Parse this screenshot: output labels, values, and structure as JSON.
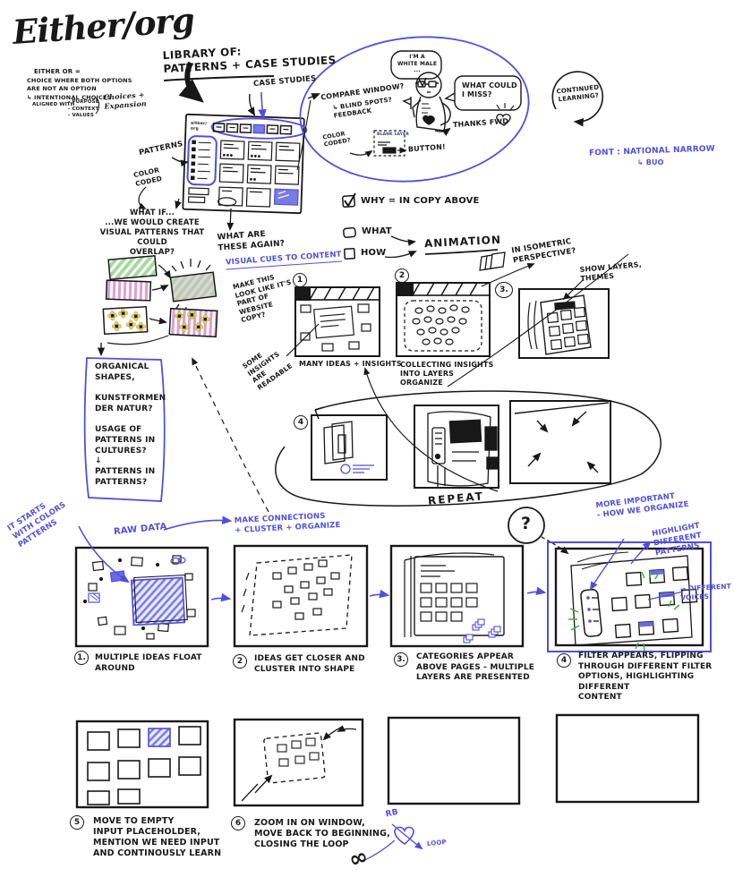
{
  "colors": {
    "ink": "#181818",
    "blue": "#4f4fdd",
    "green": "#a6d9a0",
    "pink": "#dd9ed2",
    "yellow": "#e8d24a"
  },
  "logo": {
    "text": "Either/org"
  },
  "intro": {
    "title": "EITHER OR =",
    "body": "CHOICE WHERE BOTH OPTIONS\nARE NOT AN OPTION\n↳ INTENTIONAL CHOICES",
    "aligned": "ALIGNED WITH",
    "bullets": "- PURPOSE\n- CONTEXT\n- VALUES",
    "result": "Choices +\nExpansion"
  },
  "library": {
    "heading": "LIBRARY OF:\nPATTERNS + CASE STUDIES"
  },
  "browser": {
    "logo": "either/\norg",
    "case_studies": "CASE STUDIES",
    "patterns": "PATTERNS",
    "color_coded": "COLOR\nCODED"
  },
  "persona": {
    "speech_identity": "I'M A\nWHITE MALE\n...",
    "speech_question": "WHAT COULD\nI MISS?",
    "compare_window": "COMPARE WINDOW?",
    "blind_spots": "↳ BLIND SPOTS?\nFEEDBACK",
    "thanks": "THANKS FWD",
    "color_coded": "COLOR\nCODED?",
    "button_mock_label": "BLANK LAYER",
    "button_label": "BUTTON!"
  },
  "continued_learning": {
    "text": "CONTINUED\nLEARNING?"
  },
  "font_note": {
    "line1": "FONT : NATIONAL NARROW",
    "line2": "↳ BUO"
  },
  "checklist": {
    "why": "WHY = IN COPY ABOVE",
    "what": "WHAT",
    "how": "HOW",
    "animation": "ANIMATION",
    "isometric": "IN ISOMETRIC\nPERSPECTIVE?",
    "show_layers": "SHOW LAYERS,\nTHEMES"
  },
  "ideas": {
    "what_if": "WHAT IF...\n...WE WOULD CREATE\nVISUAL PATTERNS THAT COULD\nOVERLAP?",
    "what_are_these": "WHAT ARE\nTHESE AGAIN?",
    "visual_cues": "VISUAL CUES TO CONTENT",
    "make_this": "MAKE THIS\nLOOK LIKE IT'S\nPART OF\nWEBSITE\nCOPY?",
    "some_insights": "SOME\nINSIGHTS\nARE\nREADABLE",
    "organic_note": "ORGANICAL\nSHAPES,\n\nKUNSTFORMEN\nDER NATUR?\n\nUSAGE OF\nPATTERNS IN\nCULTURES?\n↓\nPATTERNS IN\nPATTERNS?"
  },
  "storyboard_top": {
    "n1": "1",
    "n2": "2",
    "n3": "3.",
    "n4": "4",
    "cap1": "MANY IDEAS + INSIGHTS",
    "cap2": "COLLECTING INSIGHTS\nINTO LAYERS\nORGANIZE",
    "repeat": "REPEAT",
    "question": "?"
  },
  "flow_notes": {
    "it_starts": "IT STARTS\nWITH COLORS\nPATTERNS",
    "raw_data": "RAW DATA",
    "make_connections": "MAKE CONNECTIONS\n+ CLUSTER + ORGANIZE",
    "more_important": "MORE IMPORTANT\n- HOW WE ORGANIZE",
    "highlight": "HIGHLIGHT\nDIFFERENT\nPATTERNS",
    "different_voices": "→ DIFFERENT\nVOICES"
  },
  "storyboard_bottom": {
    "frames": [
      {
        "num": "1.",
        "caption": "MULTIPLE IDEAS FLOAT\nAROUND"
      },
      {
        "num": "2",
        "caption": "IDEAS GET CLOSER AND\nCLUSTER INTO SHAPE"
      },
      {
        "num": "3.",
        "caption": "CATEGORIES APPEAR\nABOVE PAGES - MULTIPLE\nLAYERS ARE PRESENTED"
      },
      {
        "num": "4",
        "caption": "FILTER APPEARS, FLIPPING\nTHROUGH DIFFERENT FILTER\nOPTIONS, HIGHLIGHTING DIFFERENT\nCONTENT"
      },
      {
        "num": "5",
        "caption": "MOVE TO EMPTY\nINPUT PLACEHOLDER,\nMENTION WE NEED INPUT\nAND CONTINOUSLY LEARN"
      },
      {
        "num": "6",
        "caption": "ZOOM IN ON WINDOW,\nMOVE BACK TO BEGINNING,\nCLOSING THE LOOP"
      }
    ]
  },
  "loop_note": {
    "rb": "RB",
    "loop": "LOOP",
    "infinity": "∞"
  }
}
